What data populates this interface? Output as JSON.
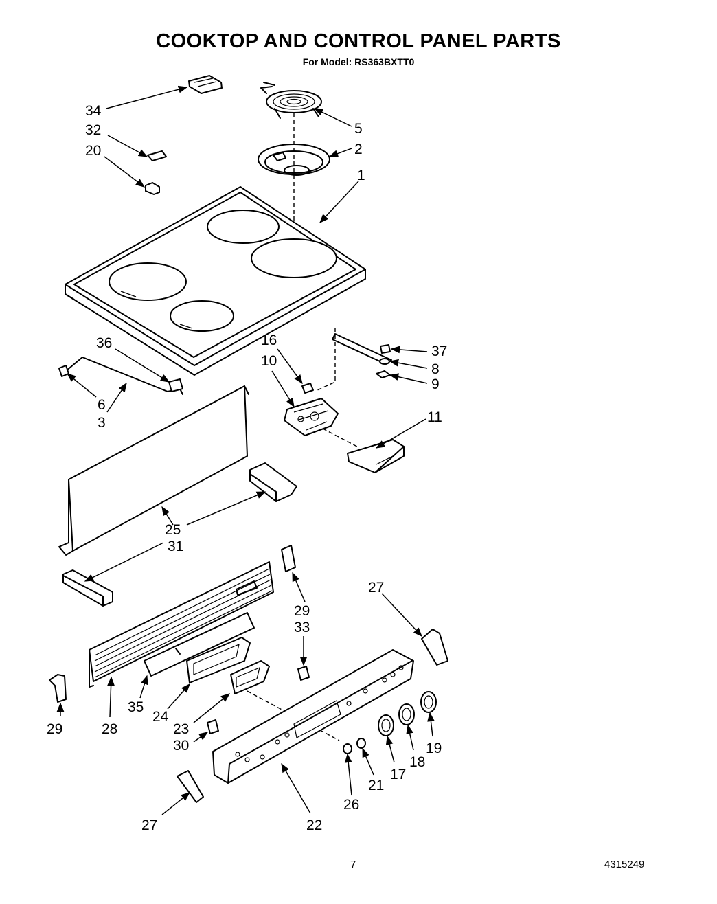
{
  "header": {
    "title": "COOKTOP AND CONTROL PANEL PARTS",
    "subtitle": "For Model: RS363BXTT0"
  },
  "footer": {
    "page_number": "7",
    "document_number": "4315249"
  },
  "callouts": [
    "34",
    "32",
    "20",
    "5",
    "2",
    "1",
    "36",
    "6",
    "3",
    "16",
    "10",
    "37",
    "8",
    "9",
    "11",
    "25",
    "31",
    "29",
    "27",
    "33",
    "28",
    "35",
    "24",
    "23",
    "30",
    "22",
    "26",
    "21",
    "17",
    "18",
    "19"
  ]
}
